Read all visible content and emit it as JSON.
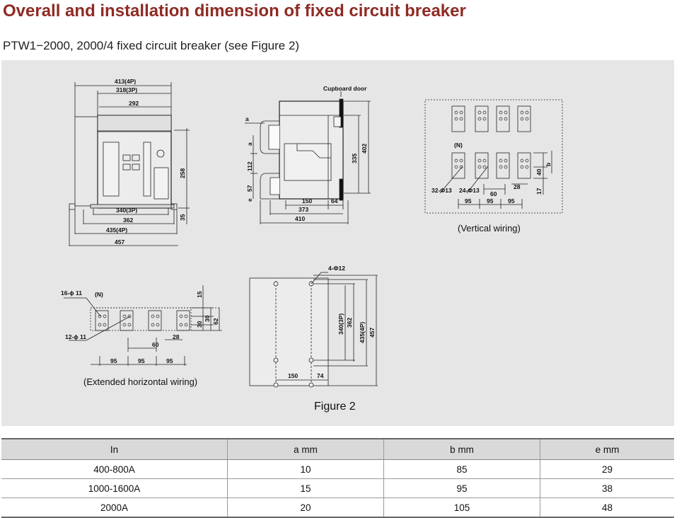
{
  "title": "Overall and installation dimension of fixed circuit breaker",
  "subtitle": "PTW1−2000, 2000/4 fixed circuit breaker (see Figure 2)",
  "figure": {
    "caption": "Figure 2",
    "front_labels": [
      "413(4P)",
      "318(3P)",
      "292",
      "258",
      "35",
      "340(3P)",
      "362",
      "435(4P)",
      "457"
    ],
    "side_labels": [
      "Cupboard door",
      "a",
      "a",
      "112",
      "e",
      "57",
      "335",
      "402",
      "150",
      "64",
      "373",
      "410"
    ],
    "vertical_wiring": {
      "caption": "(Vertical wiring)",
      "labels": [
        "(N)",
        "32-Φ13",
        "24-Φ13",
        "60",
        "28",
        "40",
        "b",
        "17",
        "95",
        "95",
        "95"
      ]
    },
    "horizontal_wiring": {
      "caption": "(Extended horizontal wiring)",
      "labels": [
        "16-ϕ 11",
        "(N)",
        "12-ϕ 11",
        "15",
        "30",
        "30",
        "62",
        "28",
        "60",
        "95",
        "95",
        "95"
      ]
    },
    "mounting_labels": [
      "4-Φ12",
      "340(3P)",
      "362",
      "435(4P)",
      "457",
      "150",
      "74"
    ]
  },
  "table": {
    "headers": [
      "In",
      "a mm",
      "b mm",
      "e mm"
    ],
    "rows": [
      [
        "400-800A",
        "10",
        "85",
        "29"
      ],
      [
        "1000-1600A",
        "15",
        "95",
        "38"
      ],
      [
        "2000A",
        "20",
        "105",
        "48"
      ]
    ]
  }
}
